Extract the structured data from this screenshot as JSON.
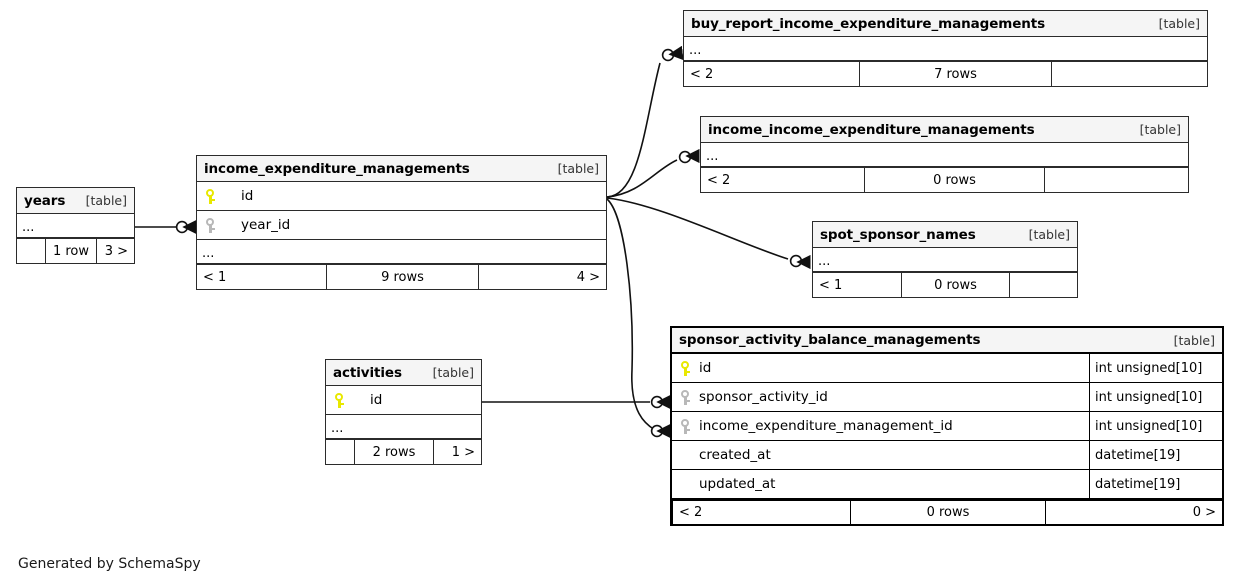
{
  "diagram": {
    "caption": "Generated by SchemaSpy",
    "kind_label": "[table]",
    "ellipsis": "...",
    "colors": {
      "primary_key": "#e8e800",
      "foreign_key": "#b8b8b8",
      "border": "#2b2b2b",
      "focal_border": "#000000",
      "header_fill": "#f5f5f5",
      "background": "#ffffff"
    }
  },
  "tables": {
    "years": {
      "name": "years",
      "kind": "[table]",
      "ellipsis": "...",
      "footer": {
        "left": "",
        "center": "1 row",
        "right": "3 >"
      }
    },
    "income_expenditure_managements": {
      "name": "income_expenditure_managements",
      "kind": "[table]",
      "ellipsis": "...",
      "columns": [
        {
          "name": "id",
          "key": "pk",
          "type": ""
        },
        {
          "name": "year_id",
          "key": "fk",
          "type": ""
        }
      ],
      "footer": {
        "left": "< 1",
        "center": "9 rows",
        "right": "4 >"
      }
    },
    "activities": {
      "name": "activities",
      "kind": "[table]",
      "ellipsis": "...",
      "columns": [
        {
          "name": "id",
          "key": "pk",
          "type": ""
        }
      ],
      "footer": {
        "left": "",
        "center": "2 rows",
        "right": "1 >"
      }
    },
    "buy_report_income_expenditure_managements": {
      "name": "buy_report_income_expenditure_managements",
      "kind": "[table]",
      "ellipsis": "...",
      "footer": {
        "left": "< 2",
        "center": "7 rows",
        "right": ""
      }
    },
    "income_income_expenditure_managements": {
      "name": "income_income_expenditure_managements",
      "kind": "[table]",
      "ellipsis": "...",
      "footer": {
        "left": "< 2",
        "center": "0 rows",
        "right": ""
      }
    },
    "spot_sponsor_names": {
      "name": "spot_sponsor_names",
      "kind": "[table]",
      "ellipsis": "...",
      "footer": {
        "left": "< 1",
        "center": "0 rows",
        "right": ""
      }
    },
    "sponsor_activity_balance_managements": {
      "name": "sponsor_activity_balance_managements",
      "kind": "[table]",
      "focal": true,
      "columns": [
        {
          "name": "id",
          "key": "pk",
          "type": "int unsigned[10]"
        },
        {
          "name": "sponsor_activity_id",
          "key": "fk",
          "type": "int unsigned[10]"
        },
        {
          "name": "income_expenditure_management_id",
          "key": "fk",
          "type": "int unsigned[10]"
        },
        {
          "name": "created_at",
          "key": "none",
          "type": "datetime[19]"
        },
        {
          "name": "updated_at",
          "key": "none",
          "type": "datetime[19]"
        }
      ],
      "footer": {
        "left": "< 2",
        "center": "0 rows",
        "right": "0 >"
      }
    }
  }
}
